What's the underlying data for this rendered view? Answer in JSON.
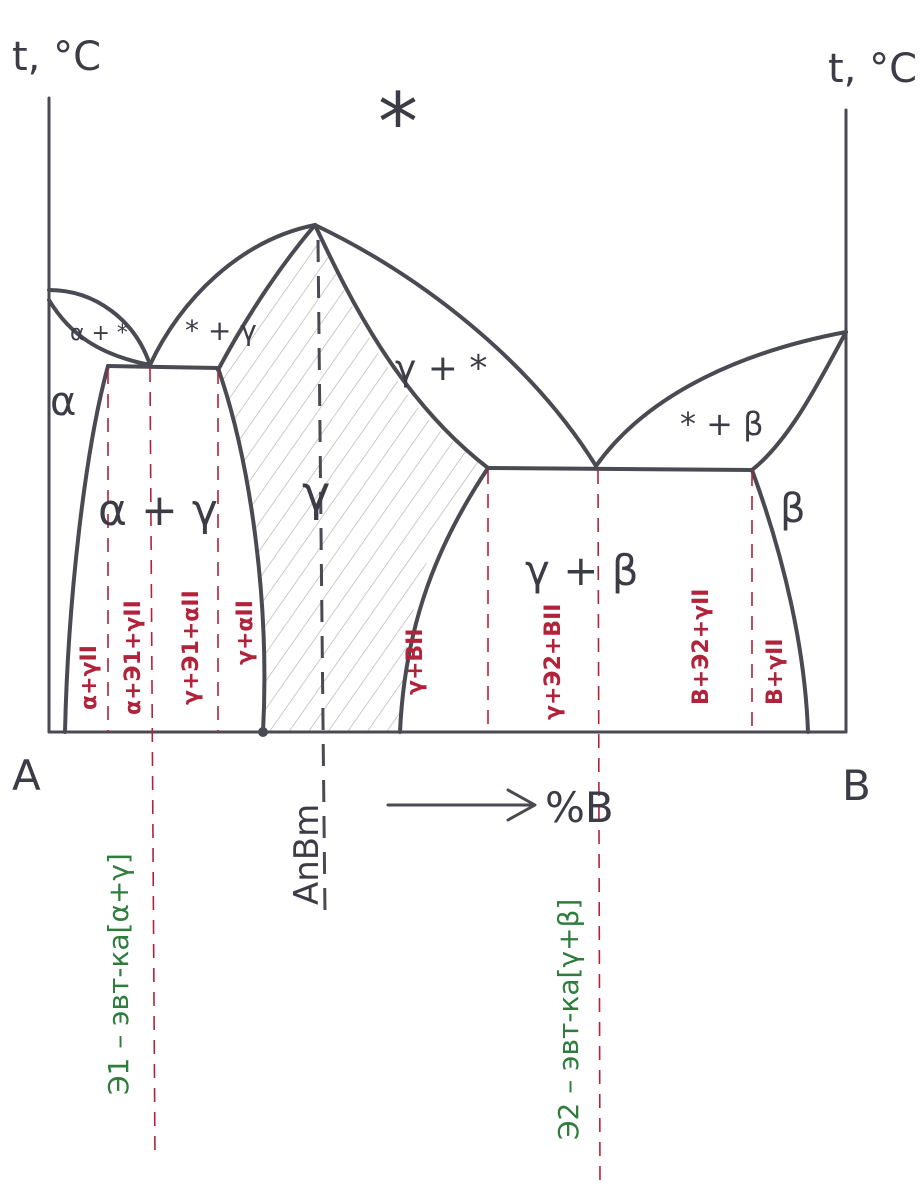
{
  "axes": {
    "left_label": "t, °C",
    "right_label": "t, °C",
    "component_a": "A",
    "component_b": "B",
    "compound": "AnBm",
    "composition_arrow_label": "%B"
  },
  "phase_labels": {
    "liquid": "*",
    "alpha_plus_liquid": "α + *",
    "liquid_plus_gamma_left": "* + γ",
    "liquid_plus_gamma_right": "γ + *",
    "liquid_plus_beta": "* + β",
    "alpha": "α",
    "alpha_plus_gamma": "α + γ",
    "gamma": "γ",
    "gamma_plus_beta": "γ + β",
    "beta": "β"
  },
  "structure_labels": {
    "s1": "α+γII",
    "s2": "α+Э1+γII",
    "s3": "γ+Э1+αII",
    "s4": "γ+αII",
    "s5": "γ+BII",
    "s6": "γ+Э2+BII",
    "s7": "B+Э2+γII",
    "s8": "B+γII"
  },
  "eutectic_labels": {
    "e1": "Э1 – эвт-ка[α+γ]",
    "e2": "Э2 – эвт-ка[γ+β]"
  },
  "colors": {
    "ink": "#4a4a52",
    "red_text": "#b1233a",
    "green_text": "#2e7d3c",
    "hatch": "#b5b5b5"
  }
}
